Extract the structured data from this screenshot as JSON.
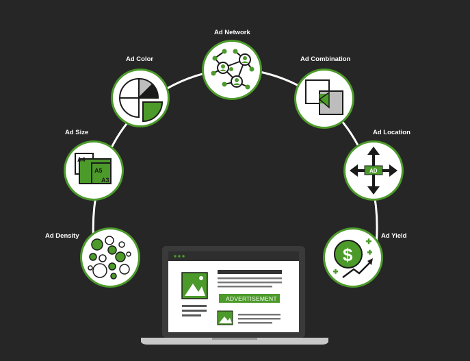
{
  "nodes": {
    "network": "Ad Network",
    "color": "Ad Color",
    "combination": "Ad Combination",
    "size": "Ad Size",
    "location": "Ad Location",
    "density": "Ad Density",
    "yield": "Ad Yield"
  },
  "icon_text": {
    "size_a4": "A4",
    "size_a5": "A5",
    "size_a3": "A3",
    "location_ad": "AD",
    "yield_symbol": "$"
  },
  "laptop": {
    "advertisement_label": "ADVERTISEMENT"
  },
  "colors": {
    "background": "#262626",
    "accent_green": "#4c9a2a",
    "white": "#ffffff",
    "dark": "#1a1a1a"
  }
}
